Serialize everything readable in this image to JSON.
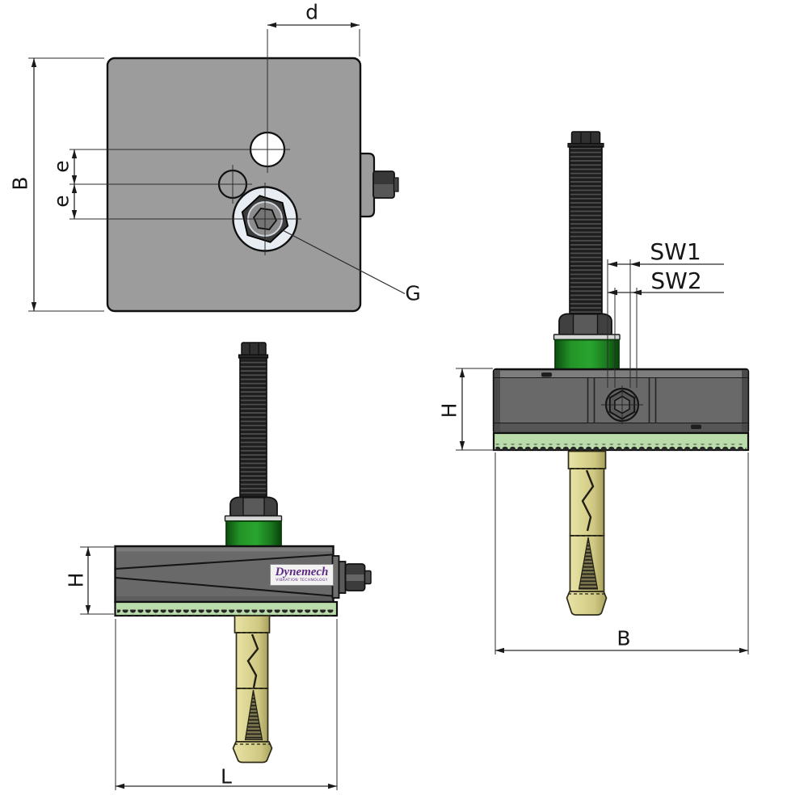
{
  "labels": {
    "d": "d",
    "b_top": "B",
    "e_upper": "e",
    "e_lower": "e",
    "g": "G",
    "h_front": "H",
    "l": "L",
    "sw1": "SW1",
    "sw2": "SW2",
    "h_side": "H",
    "b_side": "B"
  },
  "logo": {
    "brand": "Dynemech",
    "tagline": "VIBRATION TECHNOLOGY"
  },
  "colors": {
    "plate_top_gray": "#9c9c9c",
    "body_gray": "#696969",
    "isolator_green": "#2aa52f",
    "pad_green": "#badcab",
    "anchor_khaki": "#d5cf8c",
    "washer_silver": "#d6d6d6",
    "logo_purple": "#5c2a86",
    "line_black": "#101010"
  }
}
